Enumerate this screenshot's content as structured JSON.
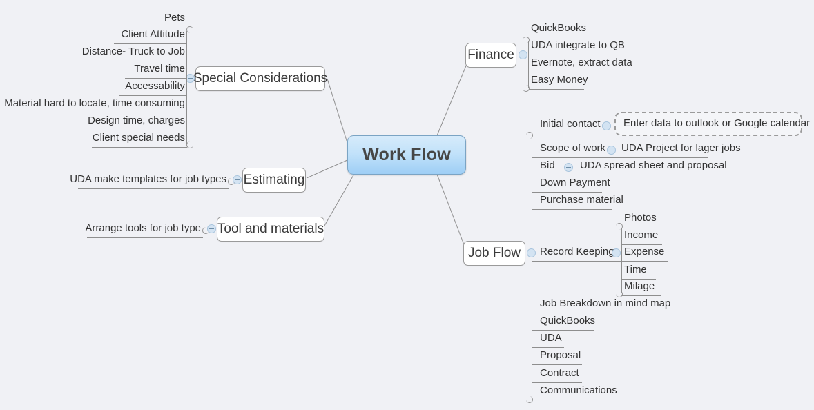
{
  "root": {
    "label": "Work Flow"
  },
  "branches": {
    "special_considerations": {
      "label": "Special Considerations",
      "children": [
        {
          "label": "Pets"
        },
        {
          "label": "Client Attitude"
        },
        {
          "label": "Distance- Truck to Job"
        },
        {
          "label": "Travel time"
        },
        {
          "label": "Accessability"
        },
        {
          "label": "Material hard to locate, time consuming"
        },
        {
          "label": "Design time, charges"
        },
        {
          "label": "Client special needs"
        }
      ]
    },
    "estimating": {
      "label": "Estimating",
      "children": [
        {
          "label": "UDA make templates for job types"
        }
      ]
    },
    "tool_and_materials": {
      "label": "Tool and materials",
      "children": [
        {
          "label": "Arrange tools for job type"
        }
      ]
    },
    "finance": {
      "label": "Finance",
      "children": [
        {
          "label": "QuickBooks"
        },
        {
          "label": "UDA integrate to QB"
        },
        {
          "label": "Evernote, extract data"
        },
        {
          "label": "Easy Money"
        }
      ]
    },
    "job_flow": {
      "label": "Job Flow",
      "children": [
        {
          "label": "Initial contact",
          "child": "Enter data to outlook or Google calendar",
          "selected": true
        },
        {
          "label": "Scope of work",
          "child": "UDA Project for lager jobs"
        },
        {
          "label": "Bid",
          "child": "UDA spread sheet and proposal"
        },
        {
          "label": "Down Payment"
        },
        {
          "label": "Purchase material"
        },
        {
          "label": "Record Keeping",
          "children": [
            {
              "label": "Photos"
            },
            {
              "label": "Income"
            },
            {
              "label": "Expense"
            },
            {
              "label": "Time"
            },
            {
              "label": "Milage"
            }
          ]
        },
        {
          "label": "Job Breakdown in mind map"
        },
        {
          "label": "QuickBooks"
        },
        {
          "label": "UDA"
        },
        {
          "label": "Proposal"
        },
        {
          "label": "Contract"
        },
        {
          "label": "Communications"
        }
      ]
    }
  },
  "icons": {
    "collapse": "collapse-toggle-icon"
  },
  "colors": {
    "background": "#f0f1f5",
    "root_fill_top": "#d6ebfb",
    "root_fill_bottom": "#9ecef5",
    "root_border": "#7ba4c4",
    "node_border": "#9a9a9a",
    "line": "#8e8e8e",
    "toggle_fill": "#d3e3f2",
    "selection_border": "#9b9b9b"
  }
}
